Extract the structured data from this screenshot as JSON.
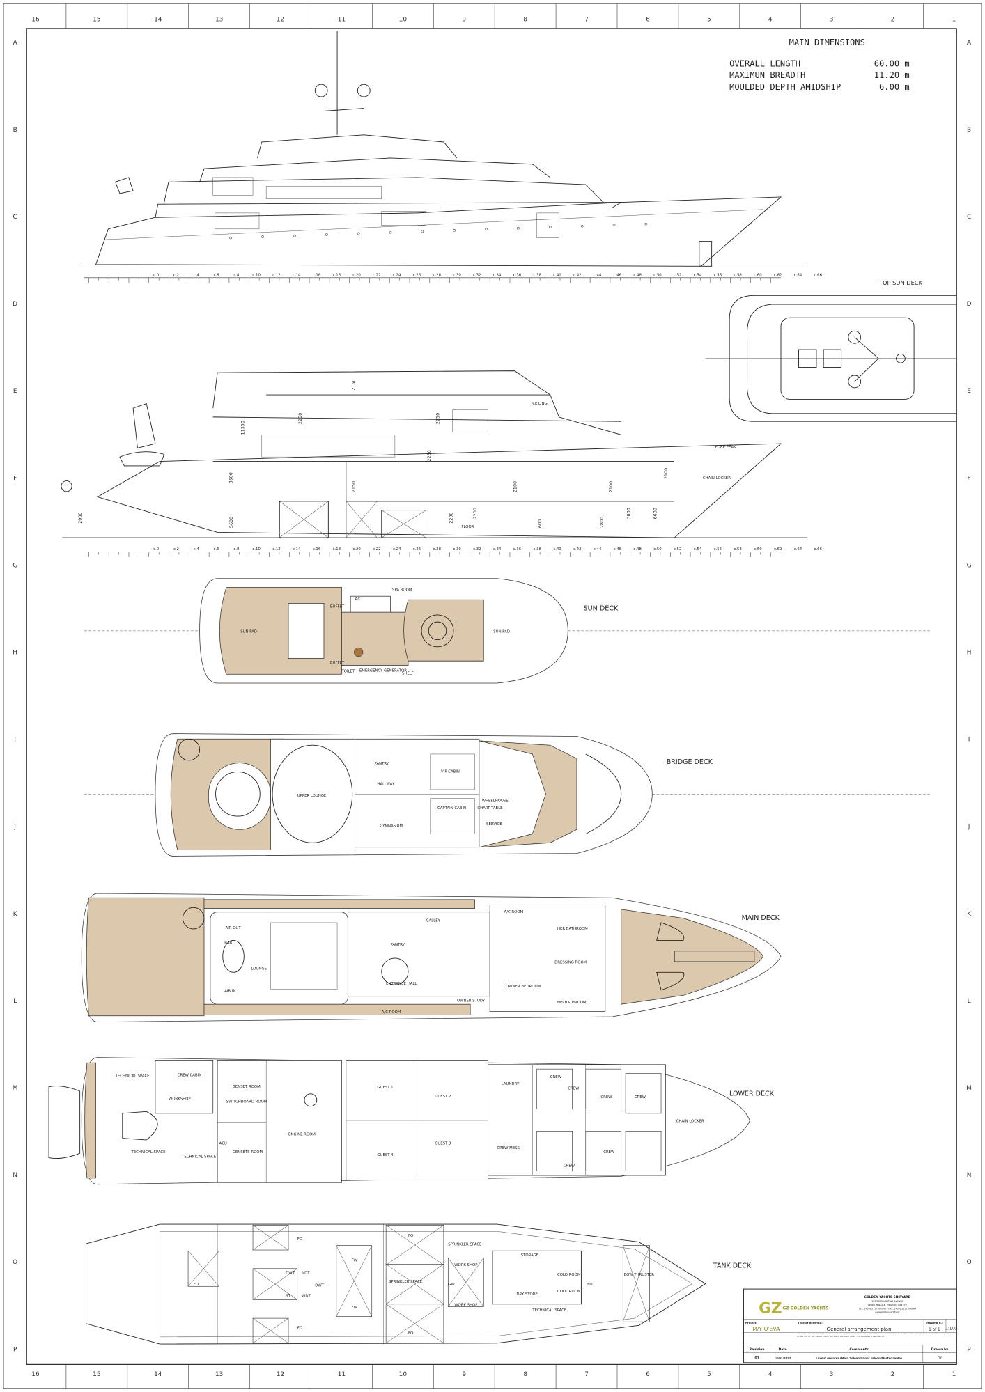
{
  "drawing": {
    "columns": [
      "16",
      "15",
      "14",
      "13",
      "12",
      "11",
      "10",
      "9",
      "8",
      "7",
      "6",
      "5",
      "4",
      "3",
      "2",
      "1"
    ],
    "rows": [
      "A",
      "B",
      "C",
      "D",
      "E",
      "F",
      "G",
      "H",
      "I",
      "J",
      "K",
      "L",
      "M",
      "N",
      "O",
      "P"
    ],
    "ruler_labels": [
      "c.0",
      "c.2",
      "c.4",
      "c.6",
      "c.8",
      "c.10",
      "c.12",
      "c.14",
      "c.16",
      "c.18",
      "c.20",
      "c.22",
      "c.24",
      "c.26",
      "c.28",
      "c.30",
      "c.32",
      "c.34",
      "c.36",
      "c.38",
      "c.40",
      "c.42",
      "c.44",
      "c.46",
      "c.48",
      "c.50",
      "c.52",
      "c.54",
      "c.56",
      "c.58",
      "c.60",
      "c.62",
      "c.64",
      "c.66"
    ]
  },
  "main_dimensions": {
    "title": "MAIN DIMENSIONS",
    "items": [
      {
        "label": "OVERALL LENGTH",
        "value": "60.00 m"
      },
      {
        "label": "MAXIMUN BREADTH",
        "value": "11.20 m"
      },
      {
        "label": "MOULDED DEPTH AMIDSHIP",
        "value": "6.00 m"
      }
    ]
  },
  "section": {
    "heights": [
      "2150",
      "11350",
      "2250",
      "2250",
      "2250",
      "8500",
      "5600",
      "2150",
      "2200",
      "2100",
      "2100",
      "2100",
      "2900",
      "2800",
      "3800",
      "6600",
      "600",
      "2200"
    ],
    "tags": [
      "CEILING",
      "FLOOR",
      "CHAIN LOCKER",
      "FORE PEAK"
    ]
  },
  "decks": {
    "top_sun": {
      "label": "TOP SUN DECK"
    },
    "sun": {
      "label": "SUN DECK",
      "rooms": [
        "SUN PAD",
        "BUFFET",
        "A/C",
        "SPA ROOM",
        "BUFFET",
        "TOILET",
        "EMERGENCY GENERATOR",
        "SHELF",
        "SUN PAD"
      ]
    },
    "bridge": {
      "label": "BRIDGE DECK",
      "rooms": [
        "UPPER LOUNGE",
        "PANTRY",
        "HALLWAY",
        "GYMNASIUM",
        "VIP CABIN",
        "CAPTAIN CABIN",
        "WHEELHOUSE",
        "CHART TABLE",
        "SERVICE"
      ]
    },
    "main": {
      "label": "MAIN DECK",
      "rooms": [
        "AIR OUT",
        "BAR",
        "LOUNGE",
        "AIR IN",
        "PANTRY",
        "ENTRANCE HALL",
        "GALLEY",
        "A/C ROOM",
        "A/C ROOM",
        "OWNER STUDY",
        "OWNER BEDROOM",
        "HER BATHROOM",
        "DRESSING ROOM",
        "HIS BATHROOM"
      ]
    },
    "lower": {
      "label": "LOWER DECK",
      "rooms": [
        "TECHNICAL SPACE",
        "CREW CABIN",
        "WORKSHOP",
        "GENSET ROOM",
        "SWITCHBOARD ROOM",
        "ACU",
        "GENSETS ROOM",
        "ENGINE ROOM",
        "GUEST 1",
        "GUEST 2",
        "GUEST 3",
        "GUEST 4",
        "LAUNDRY",
        "CREW MESS",
        "CREW",
        "CREW",
        "CREW",
        "CREW",
        "CREW",
        "CREW",
        "CHAIN LOCKER",
        "TECHNICAL SPACE",
        "TECHNICAL SPACE"
      ]
    },
    "tank": {
      "label": "TANK DECK",
      "rooms": [
        "FO",
        "FO",
        "FO",
        "DWT",
        "NDT",
        "DWT",
        "ST",
        "WDT",
        "FW",
        "FW",
        "FO",
        "SPRINKLER SPACE",
        "FO",
        "SPRINKLER SPACE",
        "WORK SHOP",
        "GWT",
        "WORK SHOP",
        "STORAGE",
        "COLD ROOM",
        "COOL ROOM",
        "DRY STORE",
        "TECHNICAL SPACE",
        "FO",
        "BOW THRUSTER"
      ]
    }
  },
  "title_block": {
    "logo_text": "GZ GOLDEN YACHTS",
    "company": "GOLDEN YACHTS SHIPYARD",
    "address_1": "120 DEMOKRATIAS AVENUE",
    "address_2": "18863 PERAMA, PIRAEUS, GREECE",
    "phone": "TEL: (+30) 2157300900  /  FAX: (+30) 2157300664",
    "web": "www.goldenyachts.gr",
    "project_label": "Project:",
    "project": "M/Y O'EVA",
    "title_label": "Title of drawing:",
    "title": "General arrangement plan",
    "drawing_no_label": "Drawing n.:",
    "drawing_no": "1 of 1",
    "scale": "1:100",
    "legal": "ALL RIGHTS OF THIS DRAWING AND ITS CONTENTS (WHOLLY AND PARTIALLY) ARE PROPERTY OF GOLDEN YACHTS. ANY COPY, TRANSMISSION, DISSEMINATION OR ANY OTHER USE OF, OR TAKING OF ANY ACTION IN RELIANCE UPON, THIS DRAWING IS PROHIBITED.",
    "headers": {
      "revision": "Revision",
      "date": "Date",
      "comments": "Comments",
      "drawn_by": "Drawn by"
    },
    "row": {
      "revision": "01",
      "date": "18/01/2022",
      "comments": "Layout updates (Main Saloon/Upper saloon/Master cabin)",
      "drawn_by": "GY"
    }
  },
  "colors": {
    "teak": "#dcc8ac",
    "logo": "#b9b33a",
    "line": "#222222"
  }
}
